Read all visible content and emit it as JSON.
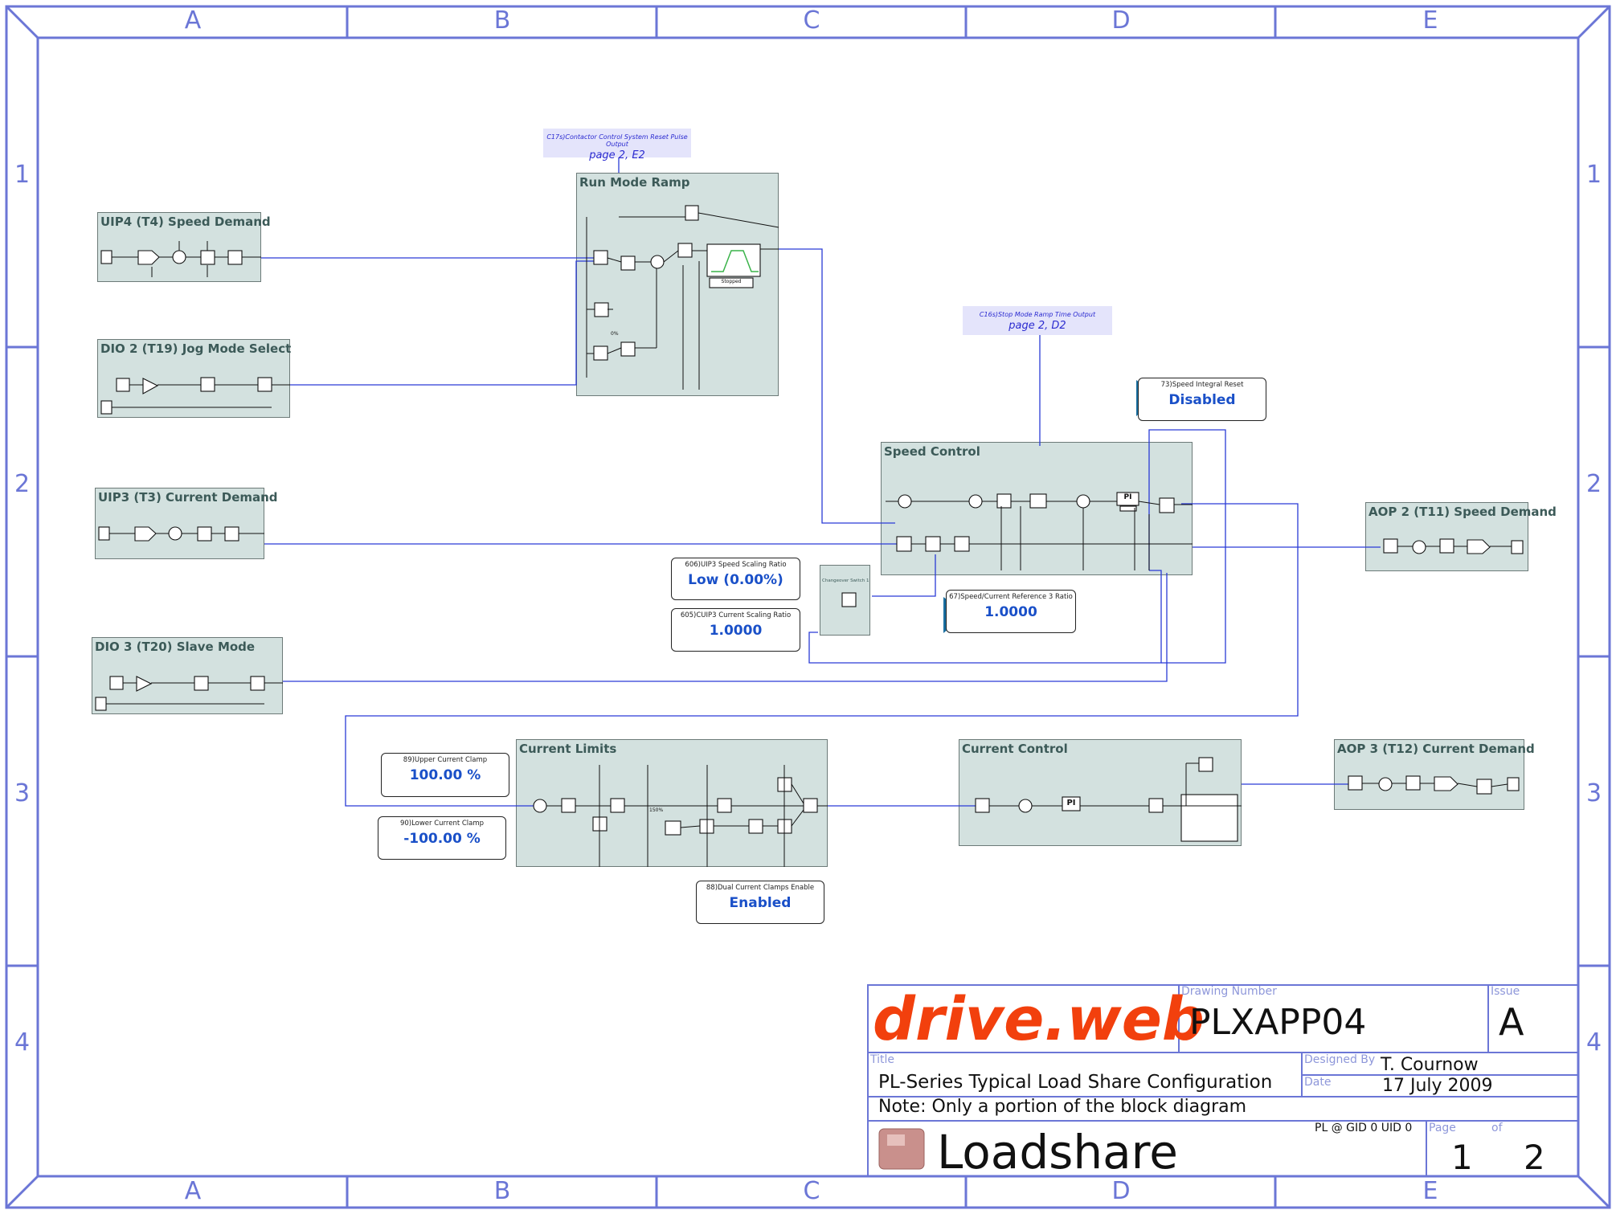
{
  "border": {
    "columns": [
      "A",
      "B",
      "C",
      "D",
      "E"
    ],
    "rows": [
      "1",
      "2",
      "3",
      "4"
    ],
    "color": "#6b76d6"
  },
  "blocks": {
    "uip4": {
      "title": "UIP4 (T4) Speed Demand"
    },
    "dio2": {
      "title": "DIO 2 (T19) Jog Mode Select"
    },
    "uip3": {
      "title": "UIP3 (T3) Current Demand"
    },
    "dio3": {
      "title": "DIO 3 (T20) Slave Mode"
    },
    "run_mode_ramp": {
      "title": "Run Mode Ramp",
      "state": "Stopped",
      "pct": "0%"
    },
    "speed_control": {
      "title": "Speed Control",
      "pi": "PI"
    },
    "aop2": {
      "title": "AOP 2 (T11) Speed Demand"
    },
    "aop3": {
      "title": "AOP 3 (T12) Current Demand"
    },
    "current_limits": {
      "title": "Current Limits",
      "pct": "150%"
    },
    "current_control": {
      "title": "Current Control",
      "pi": "PI"
    },
    "changeover": {
      "title": "Changeover Switch 1"
    }
  },
  "references": {
    "c17": {
      "signal": "C17s)Contactor Control System Reset Pulse Output",
      "page": "page 2, E2"
    },
    "c16": {
      "signal": "C16s)Stop Mode Ramp Time Output",
      "page": "page 2, D2"
    }
  },
  "parameters": {
    "p73": {
      "label": "73)Speed Integral Reset",
      "value": "Disabled"
    },
    "p606": {
      "label": "606)UIP3 Speed Scaling Ratio",
      "value": "Low (0.00%)"
    },
    "p605": {
      "label": "605)CUIP3 Current Scaling Ratio",
      "value": "1.0000"
    },
    "p67": {
      "label": "67)Speed/Current Reference 3 Ratio",
      "value": "1.0000"
    },
    "p89": {
      "label": "89)Upper Current Clamp",
      "value": "100.00 %"
    },
    "p90": {
      "label": "90)Lower Current Clamp",
      "value": "-100.00 %"
    },
    "p88": {
      "label": "88)Dual Current Clamps Enable",
      "value": "Enabled"
    }
  },
  "title_block": {
    "logo": "drive.web",
    "drawing_number_caption": "Drawing Number",
    "drawing_number": "PLXAPP04",
    "issue_caption": "Issue",
    "issue": "A",
    "title_caption": "Title",
    "title": "PL-Series Typical Load Share Configuration",
    "note": "Note: Only a portion of the block diagram",
    "designed_by_caption": "Designed By",
    "designed_by": "T. Cournow",
    "date_caption": "Date",
    "date": "17 July 2009",
    "device_id": "PL @ GID 0 UID 0",
    "page_caption": "Page",
    "of_caption": "of",
    "page": "1",
    "page_count": "2",
    "name": "Loadshare"
  }
}
